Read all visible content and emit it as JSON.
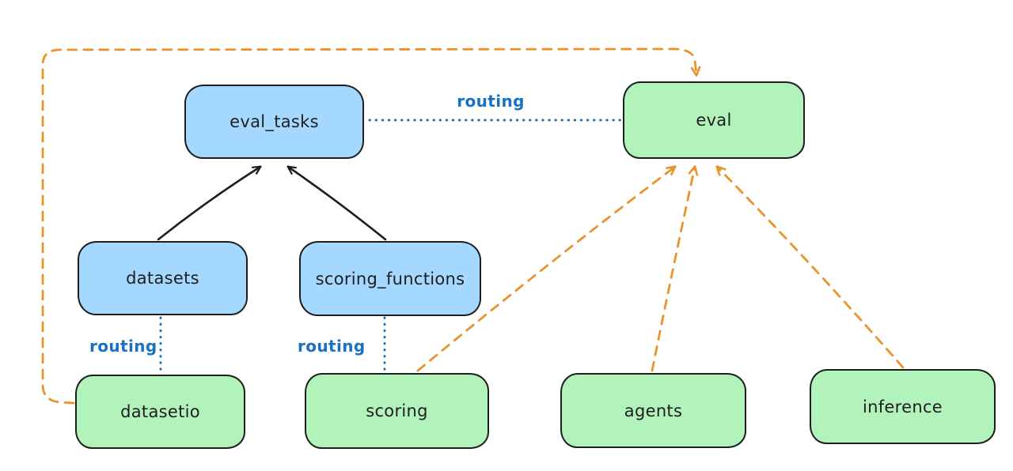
{
  "diagram": {
    "nodes": [
      {
        "id": "eval_tasks",
        "label": "eval_tasks",
        "fill": "#a5d8ff"
      },
      {
        "id": "eval",
        "label": "eval",
        "fill": "#b2f2bb"
      },
      {
        "id": "datasets",
        "label": "datasets",
        "fill": "#a5d8ff"
      },
      {
        "id": "scoring_functions",
        "label": "scoring_functions",
        "fill": "#a5d8ff"
      },
      {
        "id": "datasetio",
        "label": "datasetio",
        "fill": "#b2f2bb"
      },
      {
        "id": "scoring",
        "label": "scoring",
        "fill": "#b2f2bb"
      },
      {
        "id": "agents",
        "label": "agents",
        "fill": "#b2f2bb"
      },
      {
        "id": "inference",
        "label": "inference",
        "fill": "#b2f2bb"
      }
    ],
    "edges": [
      {
        "from": "datasets",
        "to": "eval_tasks",
        "style": "solid",
        "color": "#1e1e1e",
        "arrow": true,
        "label": ""
      },
      {
        "from": "scoring_functions",
        "to": "eval_tasks",
        "style": "solid",
        "color": "#1e1e1e",
        "arrow": true,
        "label": ""
      },
      {
        "from": "eval_tasks",
        "to": "eval",
        "style": "dotted",
        "color": "#1971c2",
        "arrow": false,
        "label": "routing"
      },
      {
        "from": "datasets",
        "to": "datasetio",
        "style": "dotted",
        "color": "#1971c2",
        "arrow": false,
        "label": "routing"
      },
      {
        "from": "scoring_functions",
        "to": "scoring",
        "style": "dotted",
        "color": "#1971c2",
        "arrow": false,
        "label": "routing"
      },
      {
        "from": "datasetio",
        "to": "eval",
        "style": "dashed",
        "color": "#e8932c",
        "arrow": true,
        "label": ""
      },
      {
        "from": "scoring",
        "to": "eval",
        "style": "dashed",
        "color": "#e8932c",
        "arrow": true,
        "label": ""
      },
      {
        "from": "agents",
        "to": "eval",
        "style": "dashed",
        "color": "#e8932c",
        "arrow": true,
        "label": ""
      },
      {
        "from": "inference",
        "to": "eval",
        "style": "dashed",
        "color": "#e8932c",
        "arrow": true,
        "label": ""
      }
    ],
    "colors": {
      "blue_fill": "#a5d8ff",
      "green_fill": "#b2f2bb",
      "stroke": "#1e1e1e",
      "routing_blue": "#1971c2",
      "dashed_orange": "#e8932c",
      "background": "#ffffff"
    }
  }
}
